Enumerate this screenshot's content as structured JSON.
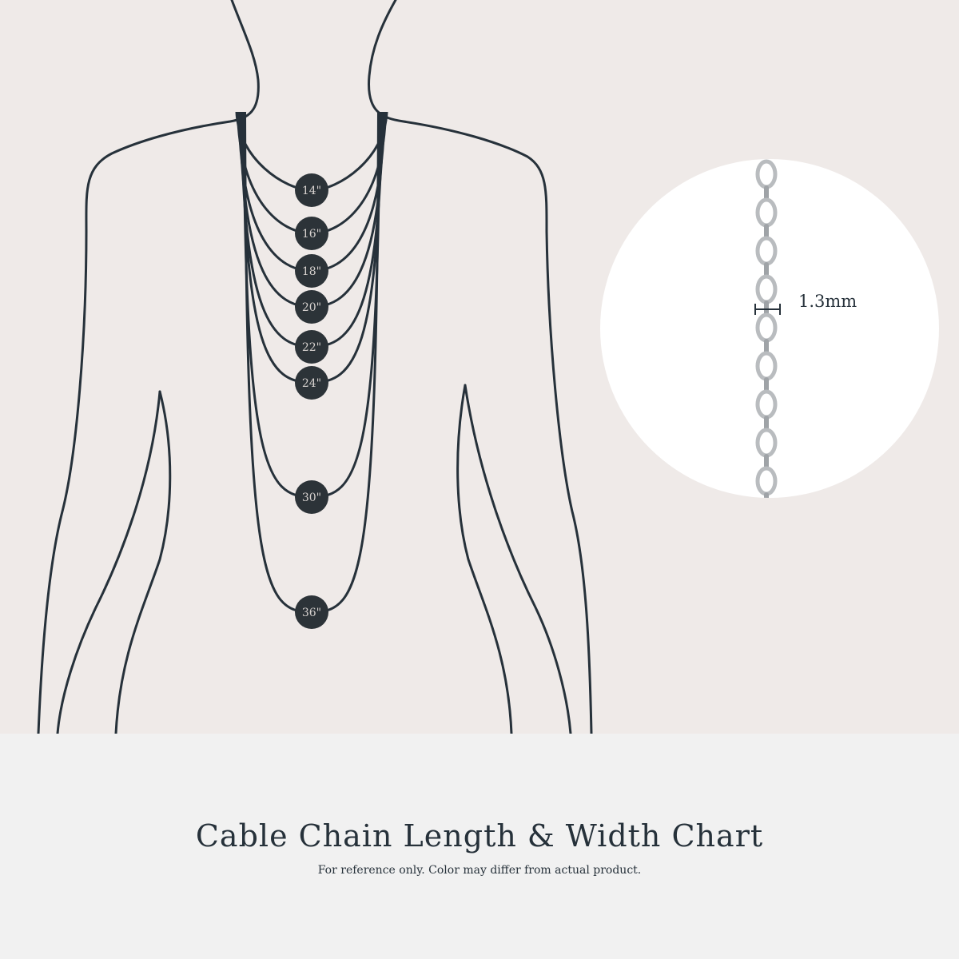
{
  "diagram": {
    "colors": {
      "background": "#efeae8",
      "footer_background": "#f1f1f1",
      "outline": "#26313a",
      "badge": "#2c3338",
      "badge_text": "#d7d2cf",
      "chain_metal": "#b9bcbf"
    },
    "lengths": [
      {
        "label": "14\"",
        "inches": 14
      },
      {
        "label": "16\"",
        "inches": 16
      },
      {
        "label": "18\"",
        "inches": 18
      },
      {
        "label": "20\"",
        "inches": 20
      },
      {
        "label": "22\"",
        "inches": 22
      },
      {
        "label": "24\"",
        "inches": 24
      },
      {
        "label": "30\"",
        "inches": 30
      },
      {
        "label": "36\"",
        "inches": 36
      }
    ],
    "width": {
      "label": "1.3mm",
      "value_mm": 1.3
    }
  },
  "footer": {
    "title": "Cable Chain Length & Width Chart",
    "subtitle": "For reference only. Color may differ from actual product."
  }
}
